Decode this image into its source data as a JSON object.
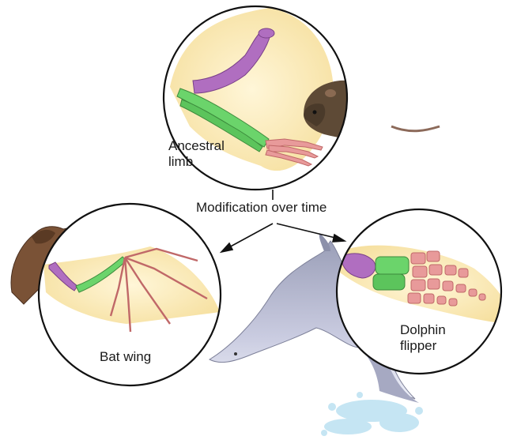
{
  "labels": {
    "ancestral_line1": "Ancestral",
    "ancestral_line2": "limb",
    "modification": "Modification over time",
    "bat": "Bat wing",
    "dolphin_line1": "Dolphin",
    "dolphin_line2": "flipper"
  },
  "colors": {
    "humerus": "#b06ec0",
    "radius_ulna": "#6bd46b",
    "digits": "#e89a9a",
    "limb_skin": "#fbeec0",
    "circle_stroke": "#111111"
  }
}
